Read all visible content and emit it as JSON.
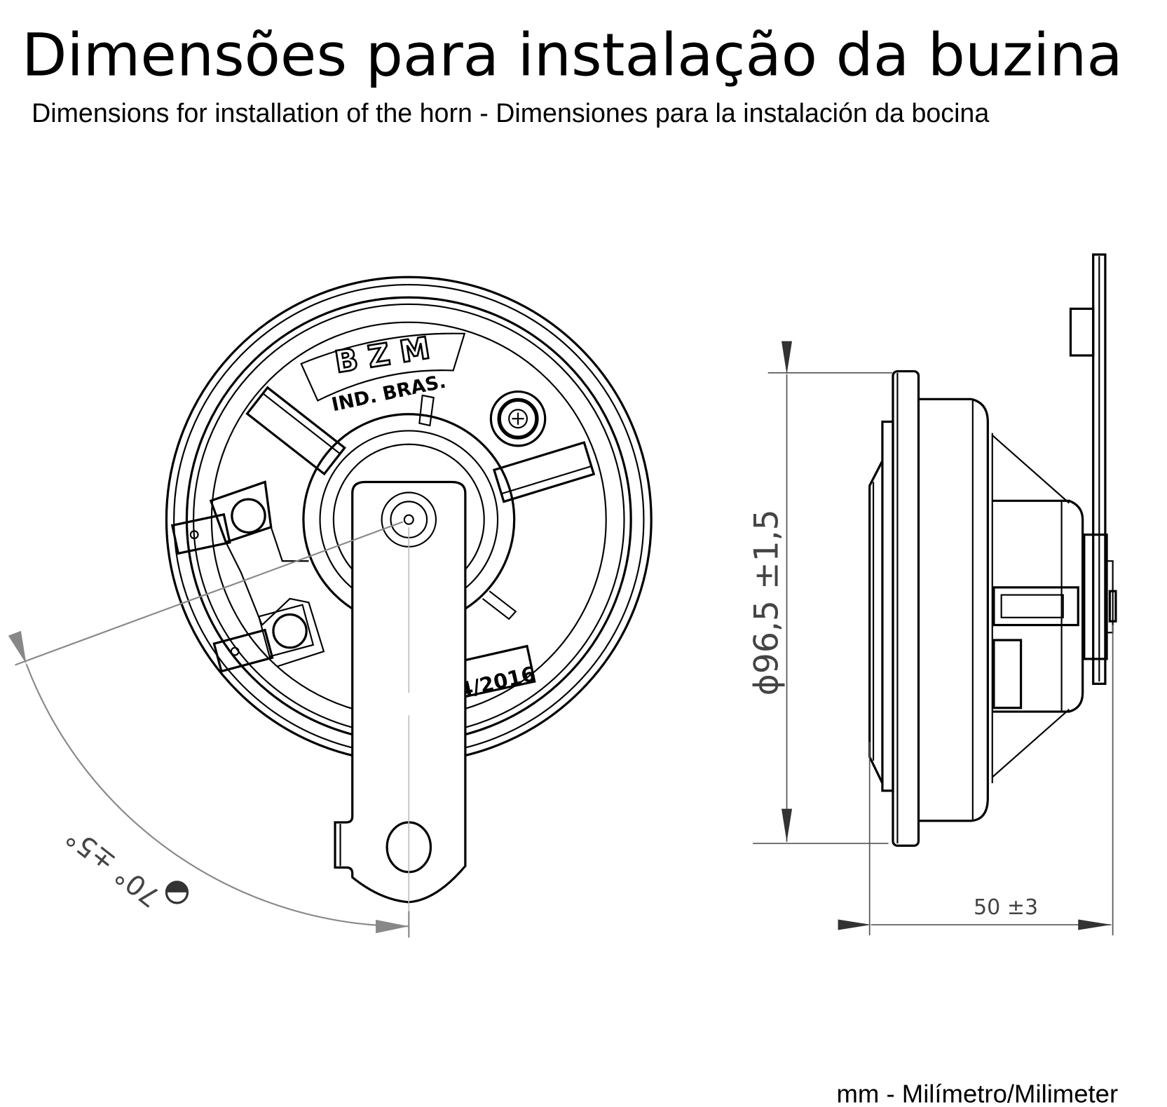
{
  "header": {
    "title": "Dimensões para instalação da buzina",
    "subtitle": "Dimensions for installation of the horn - Dimensiones para la instalación da bocina"
  },
  "front_view": {
    "logo_brand": "B Z M",
    "logo_origin": "IND. BRAS.",
    "date_stamp": "4/2016",
    "angle_dimension": "70° ±5°"
  },
  "side_view": {
    "diameter_dimension": "ϕ96,5 ±1,5",
    "depth_dimension": "50 ±3"
  },
  "footer": {
    "units_note": "mm - Milímetro/Milimeter"
  },
  "colors": {
    "line": "#000000",
    "dimension": "#555555",
    "angle_dimension": "#888888"
  }
}
